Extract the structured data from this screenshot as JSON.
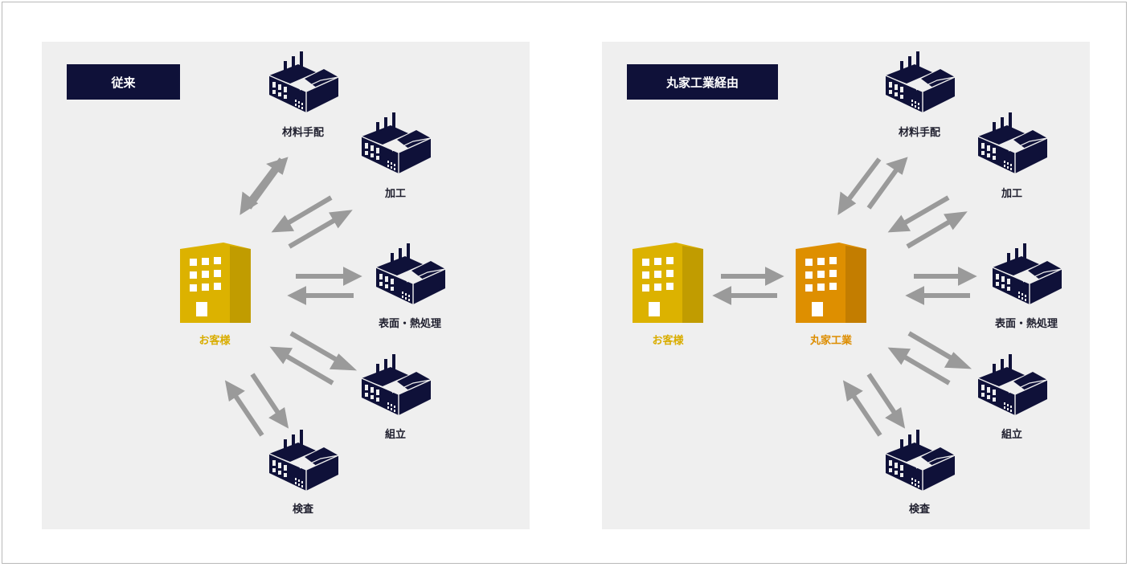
{
  "colors": {
    "navy": "#0f1139",
    "arrow": "#9a9a9a",
    "customer": "#dcb200",
    "maruie": "#de8f00",
    "panel_bg": "#efefef"
  },
  "left": {
    "tag": "従来",
    "customer": "お客様",
    "factories": [
      "材料手配",
      "加工",
      "表面・熱処理",
      "組立",
      "検査"
    ]
  },
  "right": {
    "tag": "丸家工業経由",
    "customer": "お客様",
    "hub": "丸家工業",
    "factories": [
      "材料手配",
      "加工",
      "表面・熱処理",
      "組立",
      "検査"
    ]
  }
}
